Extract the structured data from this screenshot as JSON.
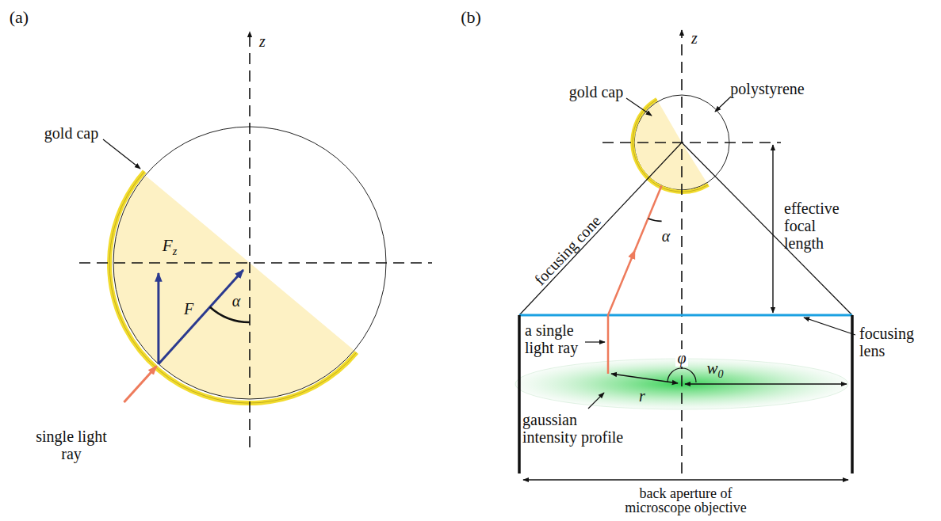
{
  "diagram": {
    "labels": [
      "(a)",
      "z",
      "gold cap",
      "Fz",
      "F",
      "α",
      "single light ray",
      "(b)",
      "z",
      "gold cap",
      "polystyrene",
      "α",
      "effective focal length",
      "focusing cone",
      "a single light ray",
      "focusing lens",
      "r",
      "φ",
      "w0",
      "gaussian intensity profile",
      "back aperture of microscope objective"
    ]
  }
}
